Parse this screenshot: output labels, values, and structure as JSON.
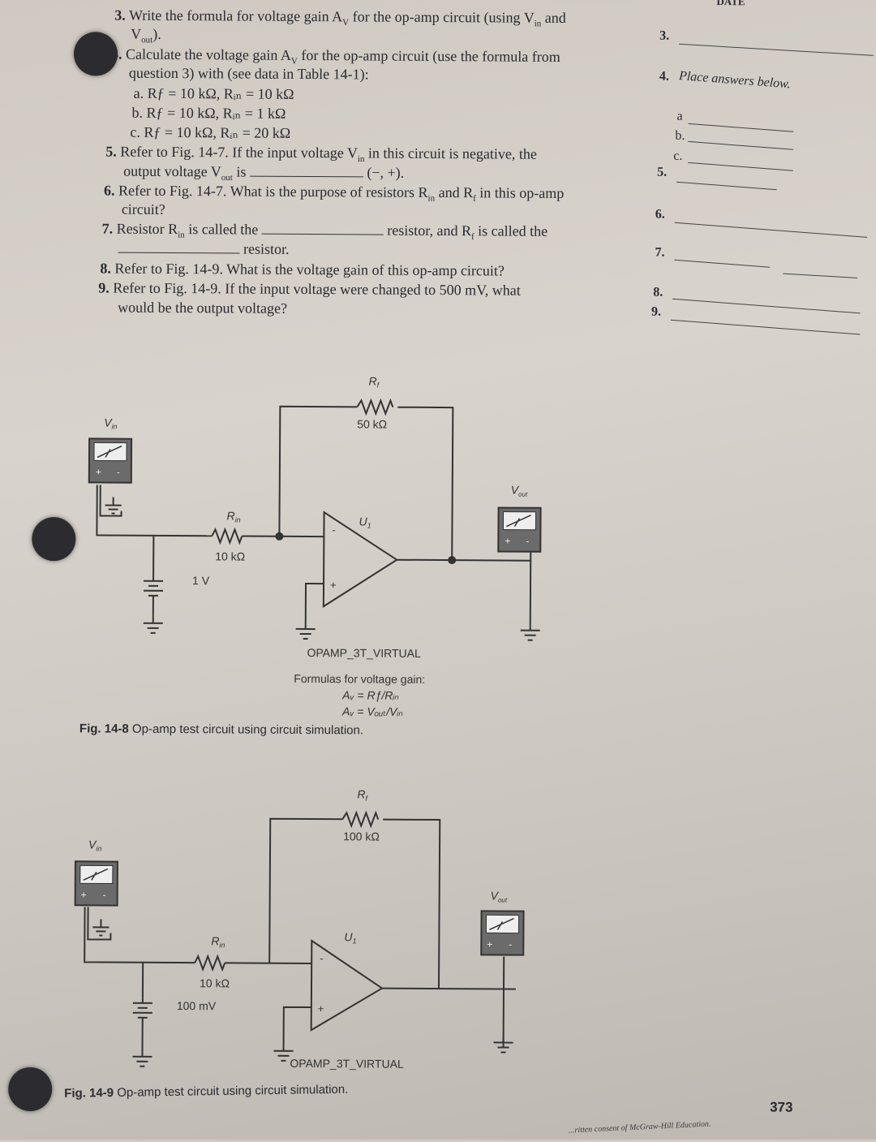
{
  "header": {
    "date_label": "DATE"
  },
  "questions": {
    "q3": {
      "num": "3.",
      "text": "Write the formula for voltage gain A",
      "sub1": "V",
      "text2": " for the op-amp circuit (using V",
      "sub2": "in",
      "text3": " and",
      "line2": "V",
      "line2sub": "out",
      "line2end": ")."
    },
    "q4": {
      "num": "4.",
      "text": "Calculate the voltage gain A",
      "sub": "V",
      "text2": " for the op-amp circuit (use the formula from",
      "line2": "question 3) with (see data in Table 14-1):"
    },
    "q4a": "a. Rƒ = 10 kΩ, Rᵢₙ = 10 kΩ",
    "q4b": "b. Rƒ = 10 kΩ, Rᵢₙ = 1 kΩ",
    "q4c": "c. Rƒ = 10 kΩ, Rᵢₙ = 20 kΩ",
    "q5": {
      "num": "5.",
      "text": "Refer to Fig. 14-7. If the input voltage V",
      "sub": "in",
      "text2": " in this circuit is negative, the",
      "line2a": "output voltage V",
      "line2sub": "out",
      "line2b": " is",
      "line2c": "(−, +)."
    },
    "q6": {
      "num": "6.",
      "text": "Refer to Fig. 14-7. What is the purpose of resistors R",
      "sub": "in",
      "text2": " and R",
      "sub2": "f",
      "text3": " in this op-amp",
      "line2": "circuit?"
    },
    "q7": {
      "num": "7.",
      "text": "Resistor R",
      "sub": "in",
      "text2": " is called the",
      "text3": "resistor, and R",
      "sub2": "f",
      "text4": " is called the",
      "line2": "resistor."
    },
    "q8": {
      "num": "8.",
      "text": "Refer to Fig. 14-9. What is the voltage gain of this op-amp circuit?"
    },
    "q9": {
      "num": "9.",
      "text": "Refer to Fig. 14-9. If the input voltage were changed to 500 mV, what",
      "line2": "would be the output voltage?"
    }
  },
  "answers": {
    "a3": "3.",
    "a4": "4.",
    "a4_note": "Place answers below.",
    "a4a": "a",
    "a4b": "b.",
    "a4c": "c.",
    "a5": "5.",
    "a6": "6.",
    "a7": "7.",
    "a8": "8.",
    "a9": "9."
  },
  "fig8": {
    "rf_label": "R",
    "rf_sub": "f",
    "rf_value": "50 kΩ",
    "vin_label": "V",
    "vin_sub": "in",
    "vout_label": "V",
    "vout_sub": "out",
    "rin_label": "R",
    "rin_sub": "in",
    "rin_value": "10 kΩ",
    "source": "1 V",
    "u1": "U",
    "u1_sub": "1",
    "opamp_model": "OPAMP_3T_VIRTUAL",
    "formulas_title": "Formulas for voltage gain:",
    "formula1": "Aᵥ = Rƒ/Rᵢₙ",
    "formula2": "Aᵥ = Vₒᵤₜ/Vᵢₙ",
    "caption_num": "Fig. 14-8",
    "caption_text": " Op-amp test circuit using circuit simulation."
  },
  "fig9": {
    "rf_label": "R",
    "rf_sub": "f",
    "rf_value": "100 kΩ",
    "vin_label": "V",
    "vin_sub": "in",
    "vout_label": "V",
    "vout_sub": "out",
    "rin_label": "R",
    "rin_sub": "in",
    "rin_value": "10 kΩ",
    "source": "100 mV",
    "u1": "U",
    "u1_sub": "1",
    "opamp_model": "OPAMP_3T_VIRTUAL",
    "caption_num": "Fig. 14-9",
    "caption_text": " Op-amp test circuit using circuit simulation."
  },
  "page_number": "373",
  "footer": "...ritten consent of McGraw-Hill Education."
}
